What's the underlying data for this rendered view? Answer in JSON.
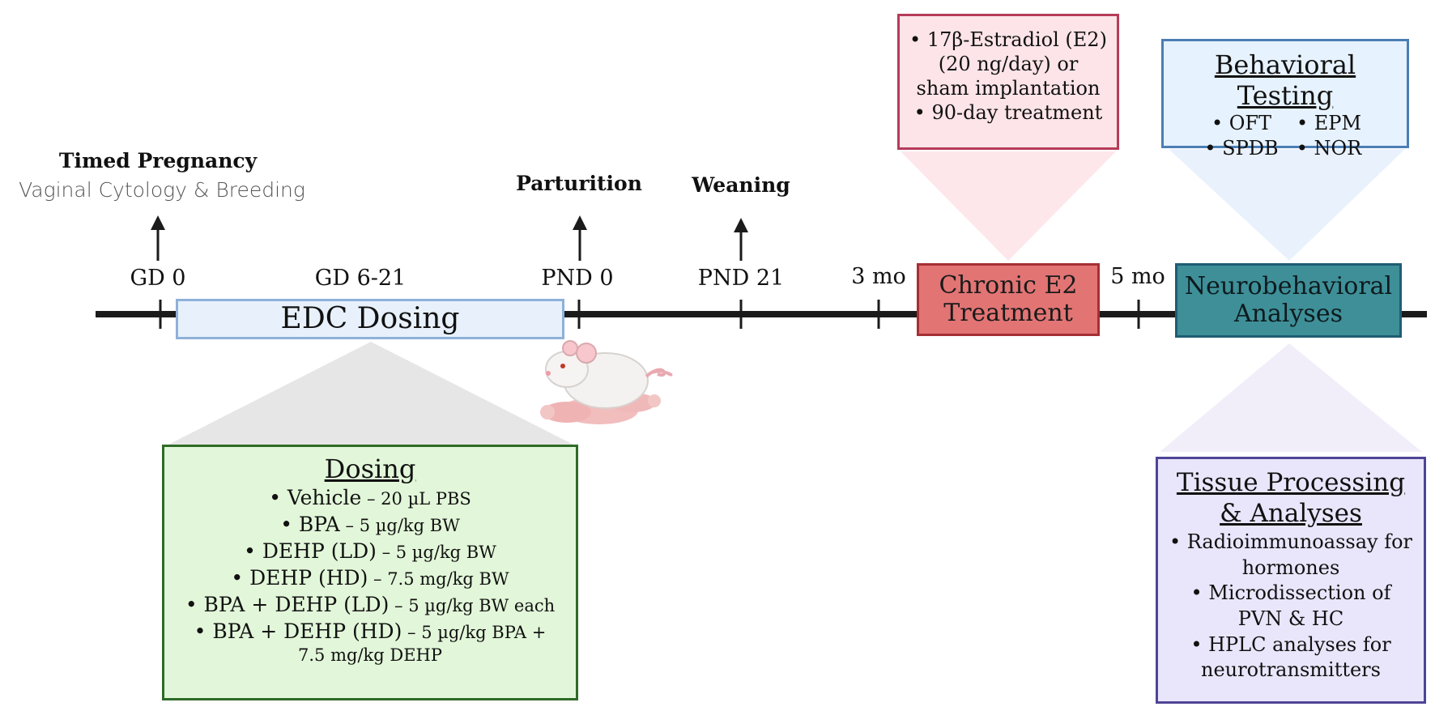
{
  "colors": {
    "edc_fill": "#e8f1fb",
    "chronic_fill": "#e27474",
    "neuro_fill": "#3e8f98",
    "dosing_fill": "#e2f7d9",
    "estradiol_fill": "#fce4e8",
    "behavioral_fill": "#e6f2fd",
    "tissue_fill": "#e9e6fb"
  },
  "events": {
    "pregnancy_title": "Timed Pregnancy",
    "pregnancy_sub": "Vaginal Cytology & Breeding",
    "parturition": "Parturition",
    "weaning": "Weaning"
  },
  "ticks": {
    "gd0": "GD 0",
    "gd6_21": "GD 6-21",
    "pnd0": "PND 0",
    "pnd21": "PND 21",
    "mo3": "3 mo",
    "mo5": "5 mo"
  },
  "phases": {
    "edc": "EDC Dosing",
    "chronic_line1": "Chronic E2",
    "chronic_line2": "Treatment",
    "neuro_line1": "Neurobehavioral",
    "neuro_line2": "Analyses"
  },
  "estradiol_panel": {
    "lines": [
      "• 17β-Estradiol (E2)",
      "(20 ng/day) or",
      "sham implantation",
      "• 90-day treatment"
    ]
  },
  "behavioral_panel": {
    "heading": "Behavioral Testing",
    "items": [
      "• OFT",
      "• EPM",
      "• SPDB",
      "• NOR"
    ]
  },
  "dosing_panel": {
    "heading": "Dosing",
    "items": [
      {
        "name": "• Vehicle",
        "dose": " – 20 µL PBS"
      },
      {
        "name": "• BPA",
        "dose": " – 5 µg/kg BW"
      },
      {
        "name": "• DEHP (LD)",
        "dose": " – 5 µg/kg BW"
      },
      {
        "name": "• DEHP (HD)",
        "dose": " – 7.5 mg/kg BW"
      },
      {
        "name": "• BPA + DEHP (LD)",
        "dose": " – 5 µg/kg BW each"
      },
      {
        "name": "• BPA + DEHP (HD)",
        "dose": " – 5 µg/kg BPA +"
      }
    ],
    "last_line": "7.5 mg/kg DEHP"
  },
  "tissue_panel": {
    "heading_line1": "Tissue Processing",
    "heading_line2": "& Analyses",
    "lines": [
      "• Radioimmunoassay for",
      "hormones",
      "• Microdissection of",
      "PVN & HC",
      "• HPLC analyses for",
      "neurotransmitters"
    ]
  }
}
